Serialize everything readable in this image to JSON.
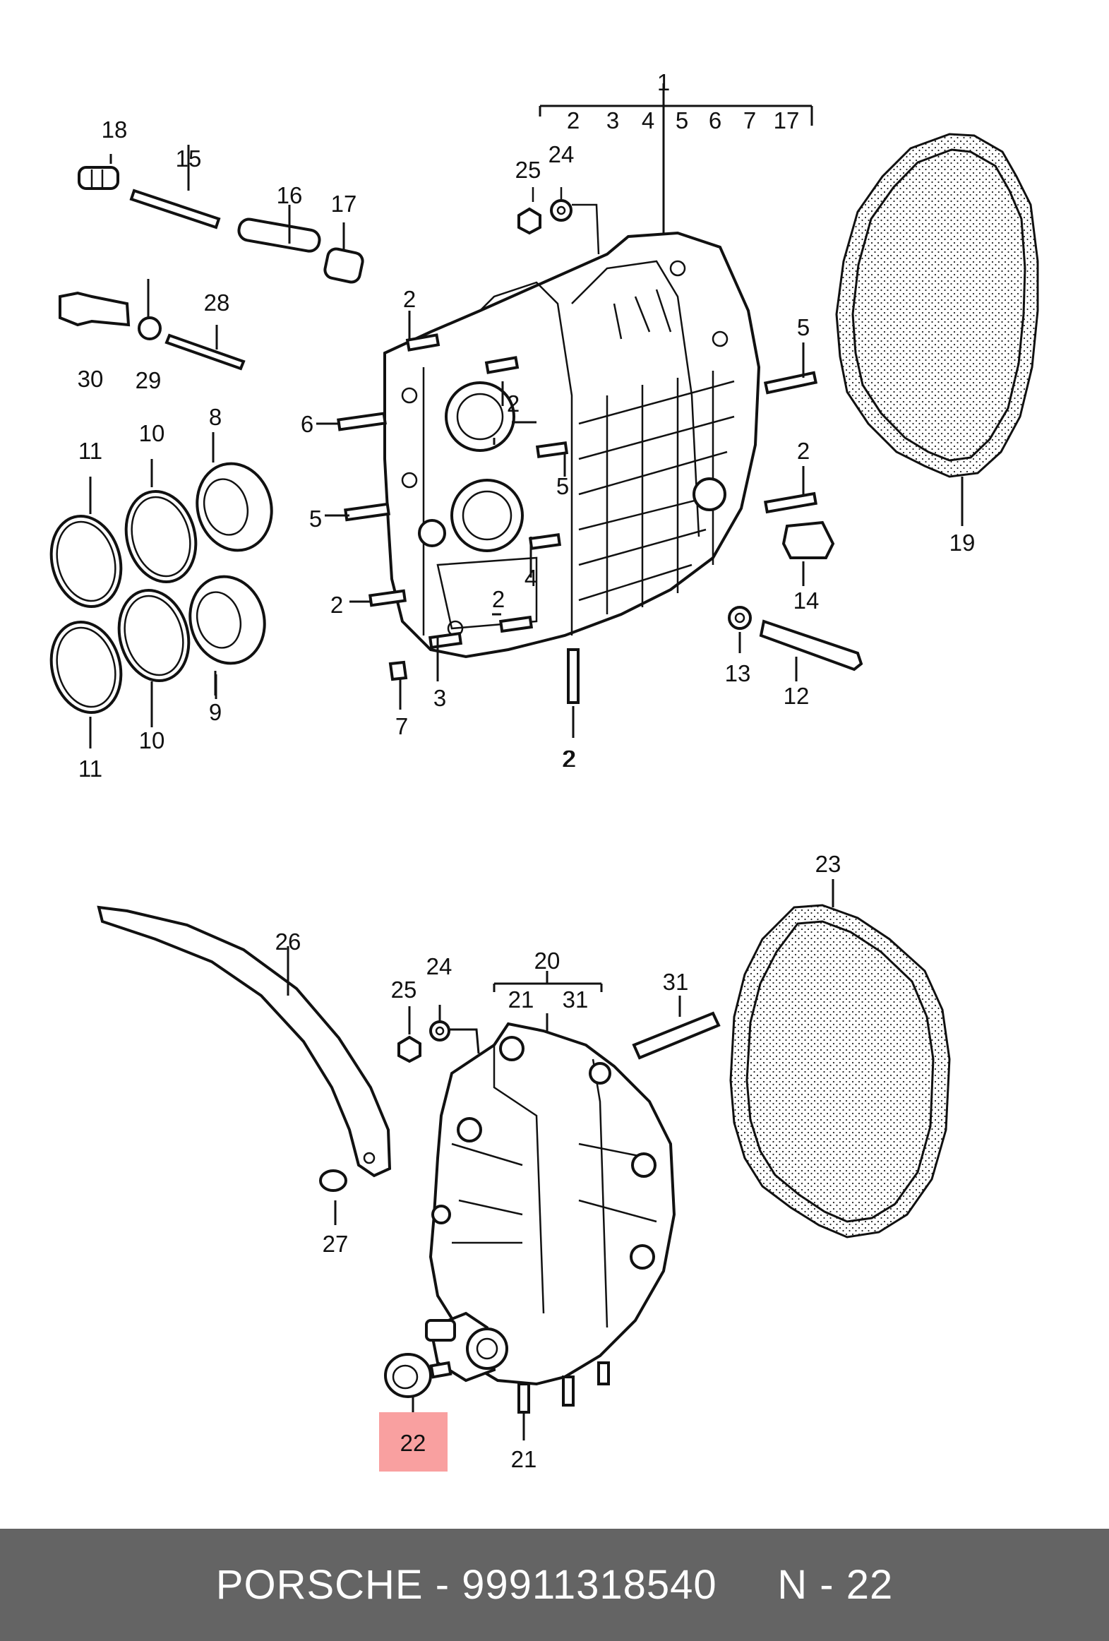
{
  "footer": {
    "brand": "PORSCHE",
    "sep": " - ",
    "part_number": "99911318540",
    "gap": "     ",
    "page_ref": "N - 22"
  },
  "highlight_color": "#f9a0a0",
  "labels": {
    "l1": "1",
    "l1a": "2",
    "l1b": "3",
    "l1c": "4",
    "l1d": "5",
    "l1e": "6",
    "l1f": "7",
    "l1g": "17",
    "l18": "18",
    "l15": "15",
    "l16": "16",
    "l17": "17",
    "l25a": "25",
    "l24a": "24",
    "l28": "28",
    "l30": "30",
    "l29": "29",
    "l2a": "2",
    "l2b": "2",
    "l5a": "5",
    "l6": "6",
    "l5b": "5",
    "l2c": "2",
    "l2d": "2",
    "l5c": "5",
    "l4": "4",
    "l2e": "2",
    "l2f": "2",
    "l19": "19",
    "l14": "14",
    "l13": "13",
    "l12": "12",
    "l7": "7",
    "l3": "3",
    "l2g": "2",
    "l8": "8",
    "l9": "9",
    "l10a": "10",
    "l10b": "10",
    "l11a": "11",
    "l11b": "11",
    "l23": "23",
    "l26": "26",
    "l20": "20",
    "l21a": "21",
    "l31b": "31",
    "l31": "31",
    "l25b": "25",
    "l24b": "24",
    "l27": "27",
    "l22": "22",
    "l21": "21"
  }
}
